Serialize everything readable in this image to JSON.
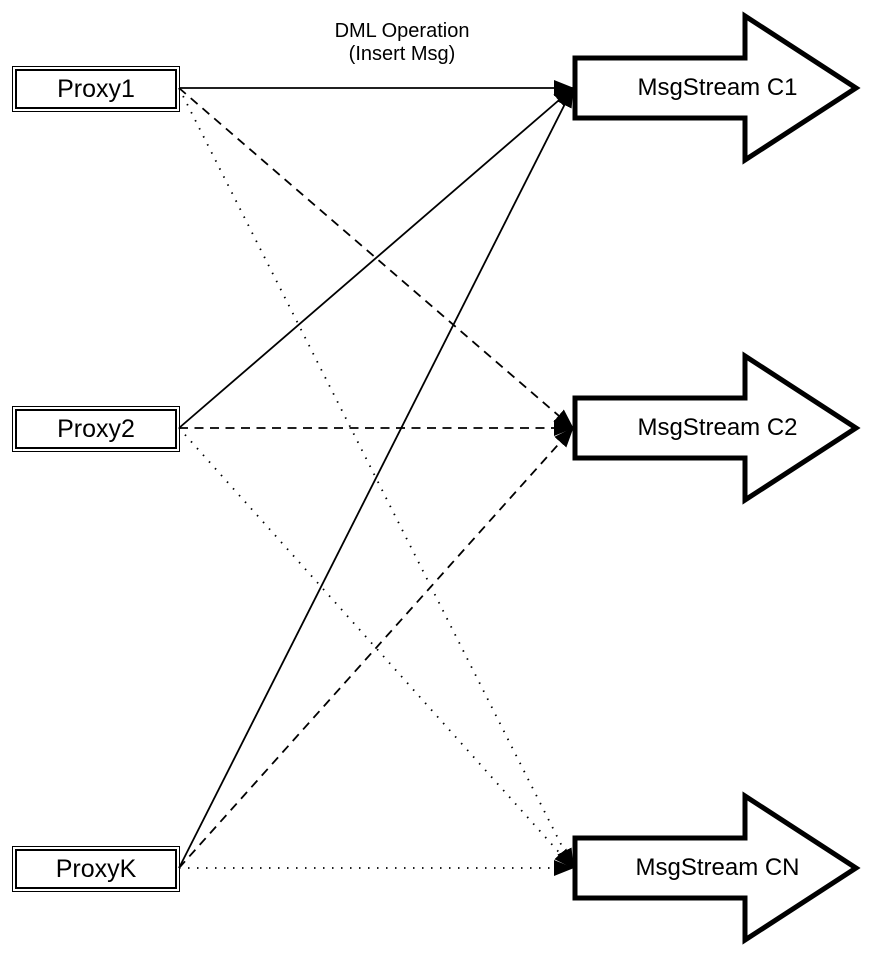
{
  "diagram": {
    "annotation": {
      "line1": "DML Operation",
      "line2": "(Insert Msg)"
    },
    "proxies": [
      {
        "id": "proxy1",
        "label": "Proxy1"
      },
      {
        "id": "proxy2",
        "label": "Proxy2"
      },
      {
        "id": "proxyk",
        "label": "ProxyK"
      }
    ],
    "streams": [
      {
        "id": "c1",
        "label": "MsgStream C1"
      },
      {
        "id": "c2",
        "label": "MsgStream C2"
      },
      {
        "id": "cn",
        "label": "MsgStream CN"
      }
    ],
    "edges": [
      {
        "from": "proxy1",
        "to": "c1",
        "style": "solid"
      },
      {
        "from": "proxy1",
        "to": "c2",
        "style": "dashed"
      },
      {
        "from": "proxy1",
        "to": "cn",
        "style": "dotted"
      },
      {
        "from": "proxy2",
        "to": "c1",
        "style": "solid"
      },
      {
        "from": "proxy2",
        "to": "c2",
        "style": "dashed"
      },
      {
        "from": "proxy2",
        "to": "cn",
        "style": "dotted"
      },
      {
        "from": "proxyk",
        "to": "c1",
        "style": "solid"
      },
      {
        "from": "proxyk",
        "to": "c2",
        "style": "dashed"
      },
      {
        "from": "proxyk",
        "to": "cn",
        "style": "dotted"
      }
    ],
    "colors": {
      "line": "#000000",
      "shape_fill": "#ffffff",
      "background": "#ffffff"
    }
  }
}
